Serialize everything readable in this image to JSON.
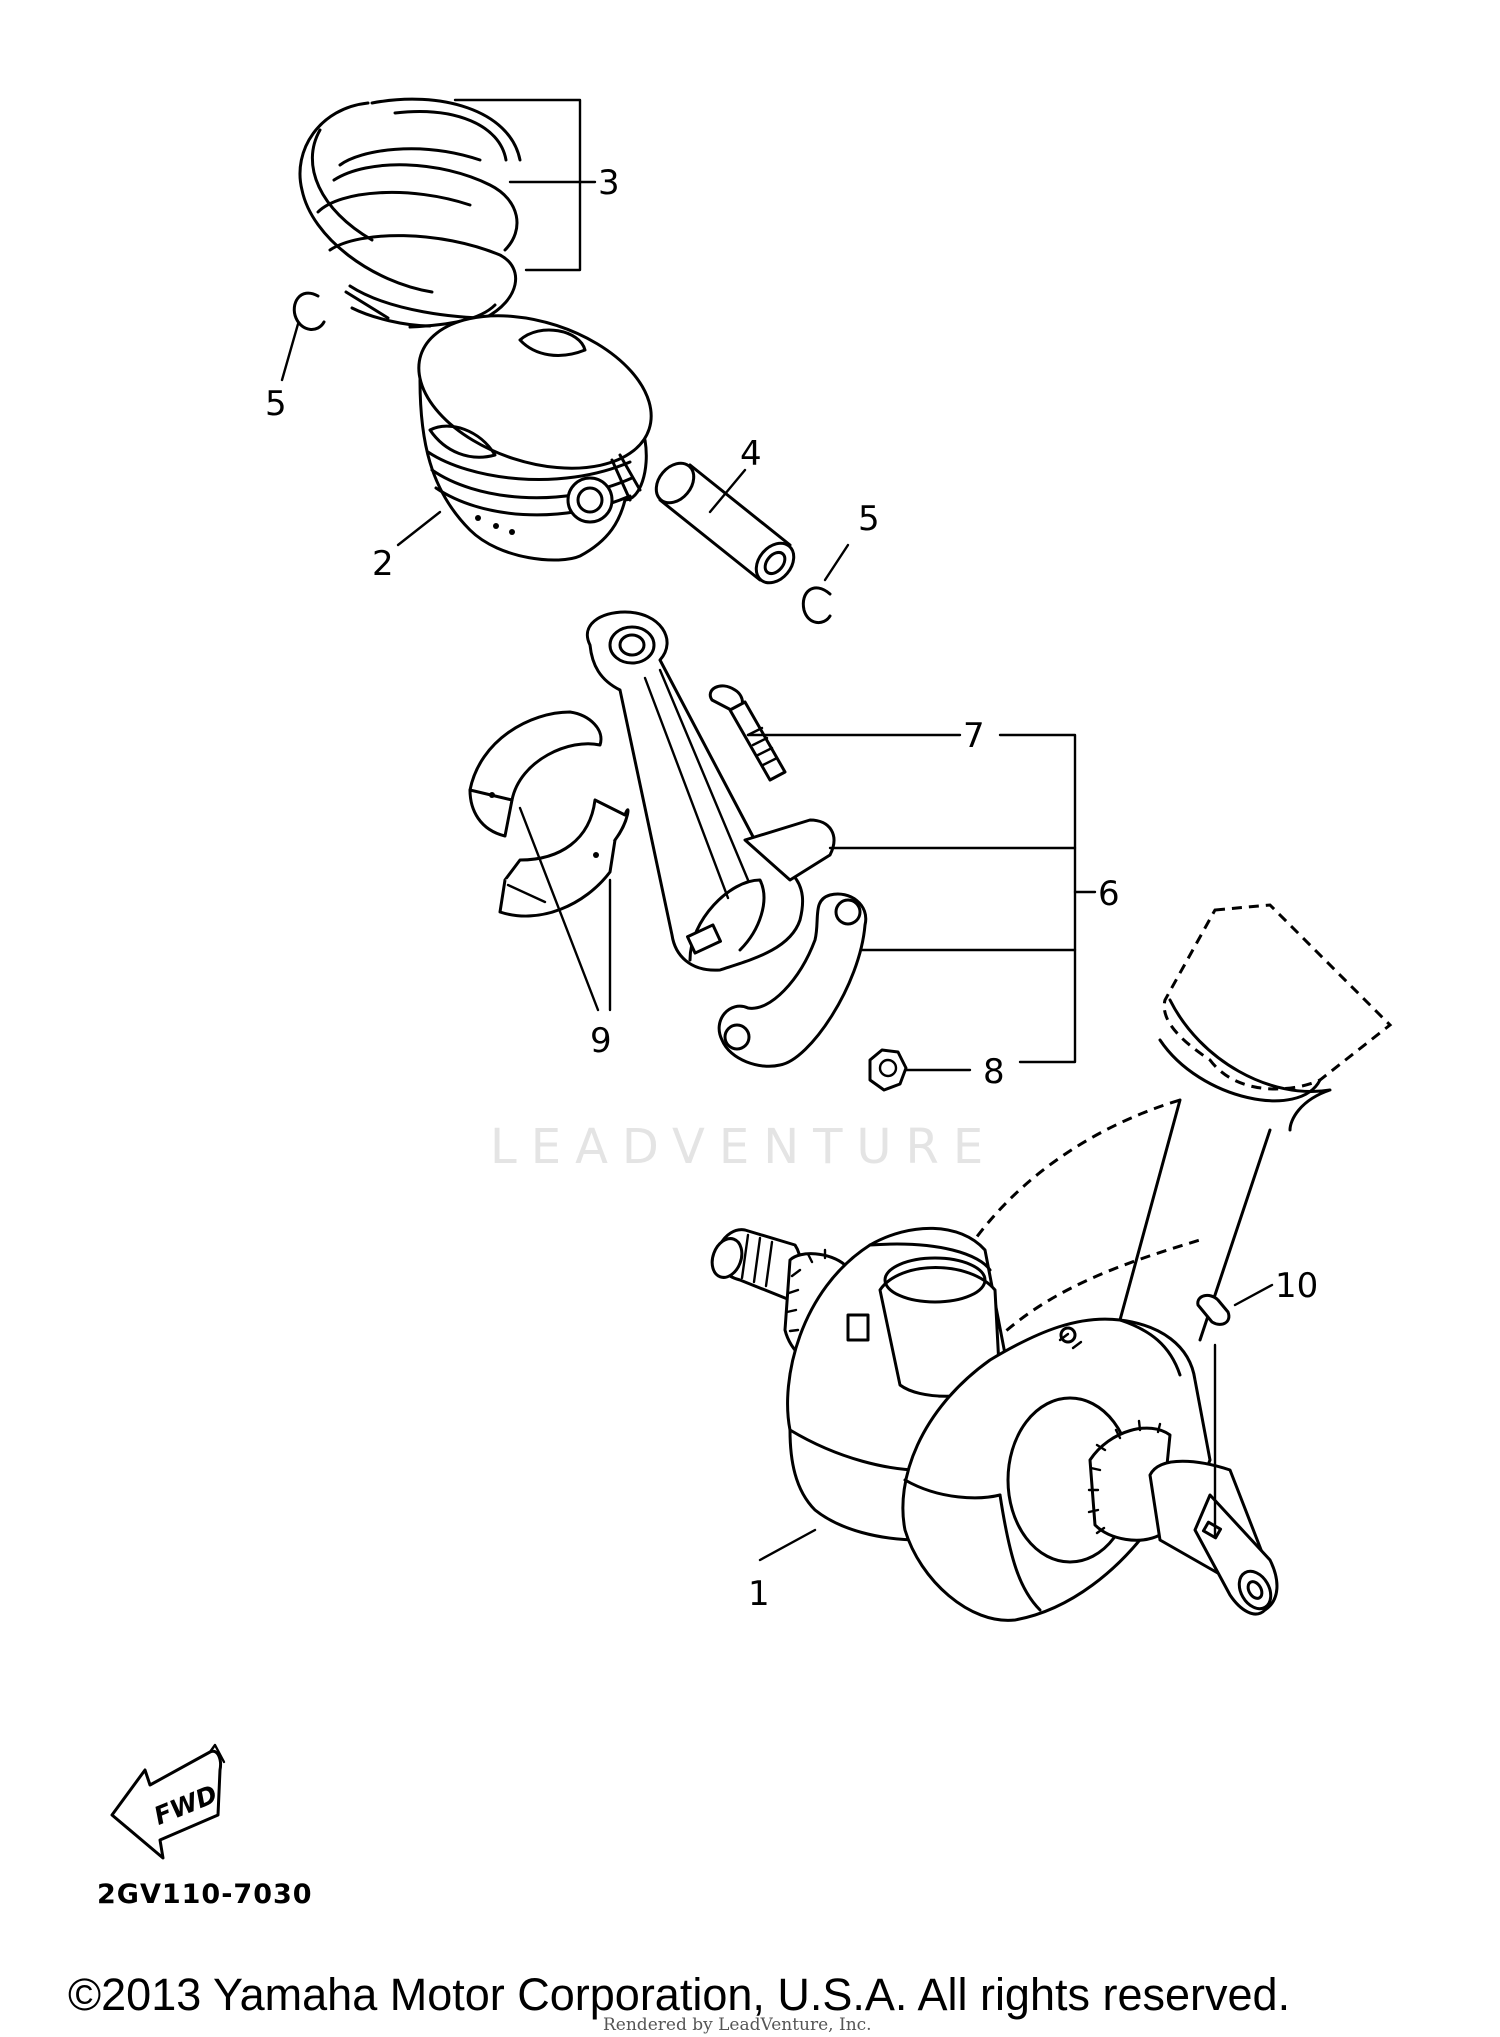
{
  "callouts": {
    "c1": "1",
    "c2": "2",
    "c3": "3",
    "c4": "4",
    "c5a": "5",
    "c5b": "5",
    "c6": "6",
    "c7": "7",
    "c8": "8",
    "c9": "9",
    "c10": "10"
  },
  "fwd_label": "FWD",
  "diagram_code": "2GV110-7030",
  "watermark": "LEADVENTURE",
  "copyright": "©2013 Yamaha Motor Corporation, U.S.A. All rights reserved.",
  "rendered_by": "Rendered by LeadVenture, Inc."
}
